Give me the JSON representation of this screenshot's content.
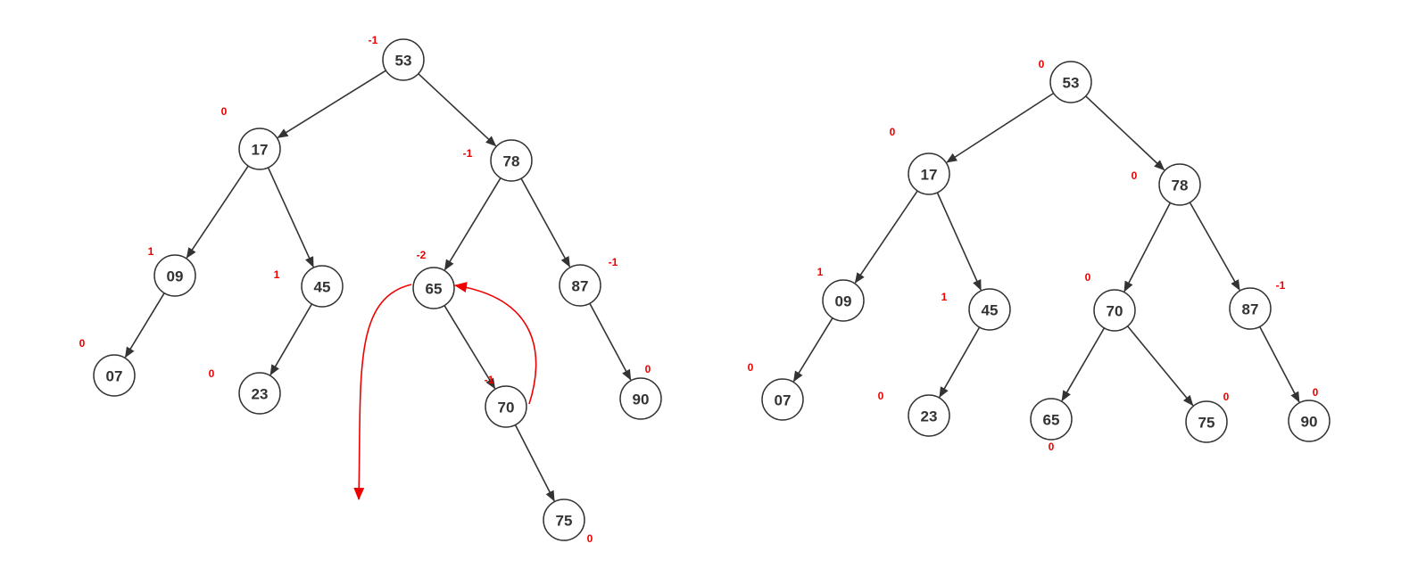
{
  "colors": {
    "node_stroke": "#333333",
    "balance_factor": "#ee0000",
    "rotation_arrow": "#ee0000"
  },
  "trees": [
    {
      "id": "before",
      "nodes": [
        {
          "key": "53",
          "balance": "-1"
        },
        {
          "key": "17",
          "balance": "0"
        },
        {
          "key": "78",
          "balance": "-1"
        },
        {
          "key": "09",
          "balance": "1"
        },
        {
          "key": "45",
          "balance": "1"
        },
        {
          "key": "65",
          "balance": "-2"
        },
        {
          "key": "87",
          "balance": "-1"
        },
        {
          "key": "07",
          "balance": "0"
        },
        {
          "key": "23",
          "balance": "0"
        },
        {
          "key": "70",
          "balance": "-1"
        },
        {
          "key": "90",
          "balance": "0"
        },
        {
          "key": "75",
          "balance": "0"
        }
      ],
      "edges": [
        [
          "53",
          "17"
        ],
        [
          "53",
          "78"
        ],
        [
          "17",
          "09"
        ],
        [
          "17",
          "45"
        ],
        [
          "78",
          "65"
        ],
        [
          "78",
          "87"
        ],
        [
          "09",
          "07"
        ],
        [
          "45",
          "23"
        ],
        [
          "65",
          "70"
        ],
        [
          "87",
          "90"
        ],
        [
          "70",
          "75"
        ]
      ]
    },
    {
      "id": "after",
      "nodes": [
        {
          "key": "53",
          "balance": "0"
        },
        {
          "key": "17",
          "balance": "0"
        },
        {
          "key": "78",
          "balance": "0"
        },
        {
          "key": "09",
          "balance": "1"
        },
        {
          "key": "45",
          "balance": "1"
        },
        {
          "key": "70",
          "balance": "0"
        },
        {
          "key": "87",
          "balance": "-1"
        },
        {
          "key": "07",
          "balance": "0"
        },
        {
          "key": "23",
          "balance": "0"
        },
        {
          "key": "65",
          "balance": "0"
        },
        {
          "key": "75",
          "balance": "0"
        },
        {
          "key": "90",
          "balance": "0"
        }
      ],
      "edges": [
        [
          "53",
          "17"
        ],
        [
          "53",
          "78"
        ],
        [
          "17",
          "09"
        ],
        [
          "17",
          "45"
        ],
        [
          "78",
          "70"
        ],
        [
          "78",
          "87"
        ],
        [
          "09",
          "07"
        ],
        [
          "45",
          "23"
        ],
        [
          "70",
          "65"
        ],
        [
          "70",
          "75"
        ],
        [
          "87",
          "90"
        ]
      ]
    }
  ]
}
